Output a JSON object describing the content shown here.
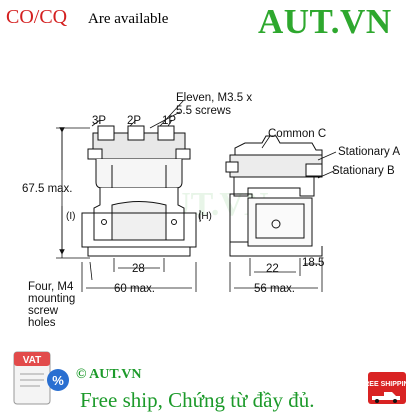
{
  "header": {
    "cert_label": "CO/CQ",
    "availability_text": "Are available",
    "brand_logo": "AUT.VN",
    "brand_color": "#2ea82e",
    "cert_color": "#d42020"
  },
  "drawing": {
    "terminal_labels": [
      "3P",
      "2P",
      "1P"
    ],
    "screw_note_line1": "Eleven, M3.5 x",
    "screw_note_line2": "5.5 screws",
    "height_dim": "67.5 max.",
    "center_mark_left": "(I)",
    "center_mark_right": "(H)",
    "width_inner_dim": "28",
    "width_outer_dim": "60 max.",
    "mounting_note": [
      "Four, M4",
      "mounting",
      "screw",
      "holes"
    ],
    "side_common": "Common C",
    "side_stat_a": "Stationary A",
    "side_stat_b": "Stationary B",
    "side_depth_inner": "22",
    "side_depth_small": "18.5",
    "side_depth_outer": "56 max."
  },
  "footer": {
    "vat_badge": "VAT",
    "percent_icon": "percent-icon",
    "copyright": "© AUT.VN",
    "shipping_text": "Free ship, Chứng từ đầy đủ.",
    "free_shipping_stamp": "FREE SHIPPING",
    "footer_color": "#1c9a2a"
  }
}
